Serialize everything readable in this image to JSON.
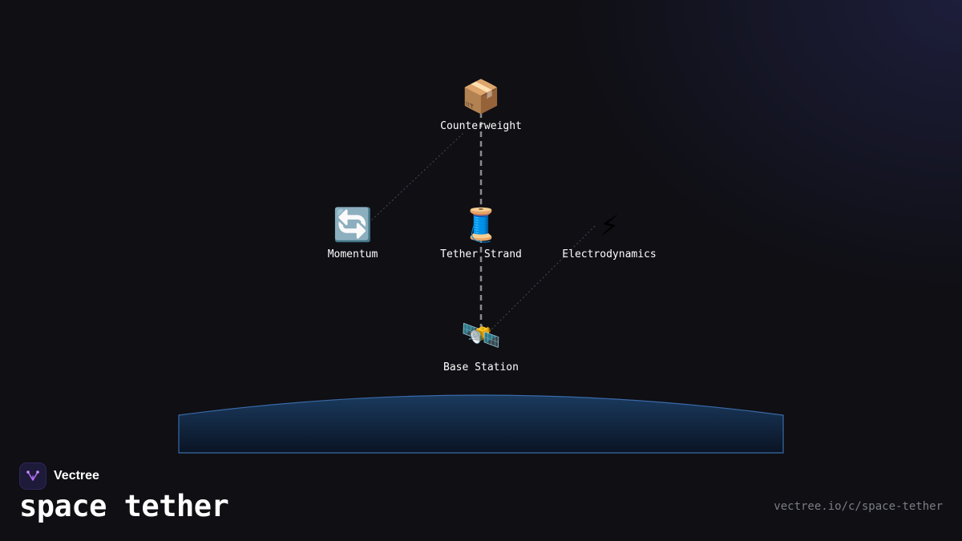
{
  "brand": {
    "name": "Vectree",
    "logo_icon": "vectree-logo-icon"
  },
  "title": "space tether",
  "url": "vectree.io/c/space-tether",
  "colors": {
    "background": "#0f0f14",
    "tether": "#8a8a90",
    "connector": "#4a4a58",
    "planet_edge": "#3a6aa8",
    "planet_fill": "#15304f"
  },
  "nodes": {
    "counterweight": {
      "label": "Counterweight",
      "icon": "📦",
      "icon_name": "package-icon"
    },
    "momentum": {
      "label": "Momentum",
      "icon": "🔄",
      "icon_name": "cycle-arrows-icon"
    },
    "tether_strand": {
      "label": "Tether Strand",
      "icon": "🧵",
      "icon_name": "thread-spool-icon"
    },
    "electrodynamics": {
      "label": "Electrodynamics",
      "icon": "⚡",
      "icon_name": "lightning-icon"
    },
    "base_station": {
      "label": "Base Station",
      "icon": "🛰️",
      "icon_name": "satellite-icon"
    }
  }
}
